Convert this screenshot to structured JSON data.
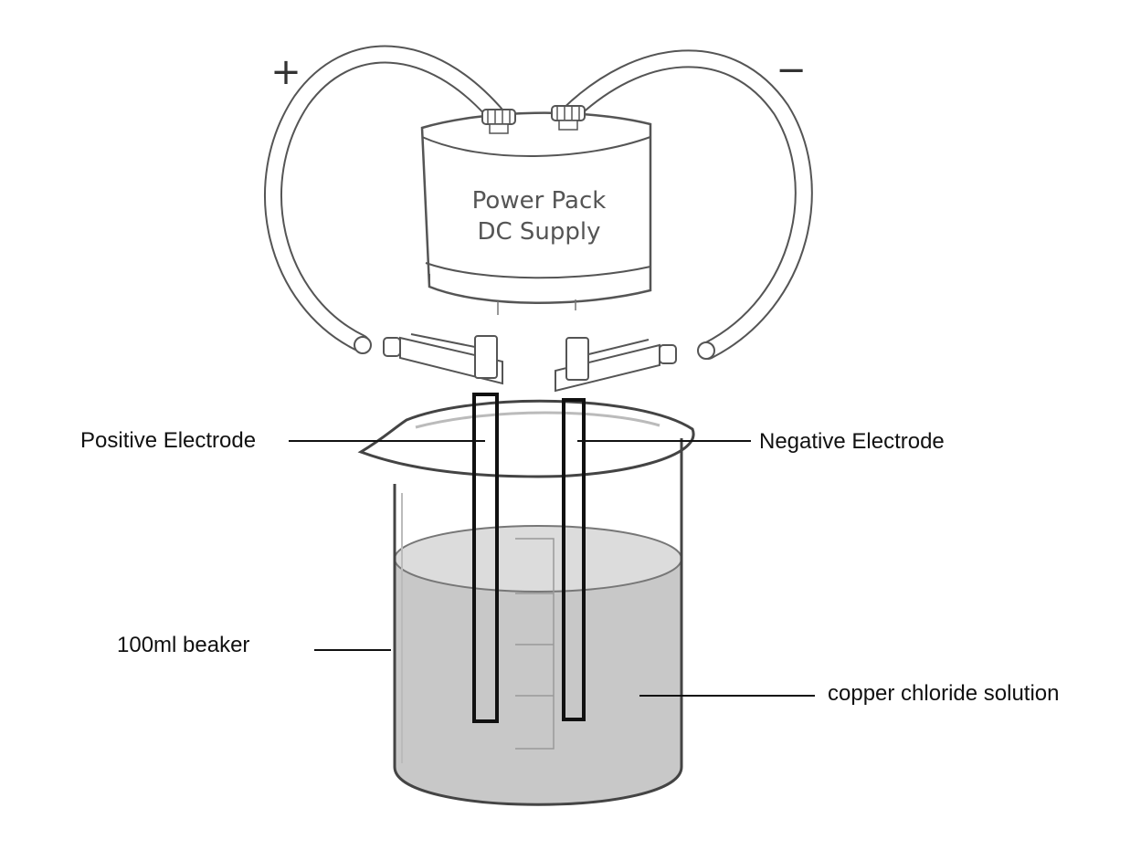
{
  "diagram": {
    "power_pack": {
      "line1": "Power Pack",
      "line2": "DC Supply"
    },
    "signs": {
      "positive": "+",
      "negative": "−"
    },
    "labels": {
      "positive_electrode": "Positive Electrode",
      "negative_electrode": "Negative Electrode",
      "beaker": "100ml beaker",
      "solution": "copper chloride solution"
    }
  }
}
